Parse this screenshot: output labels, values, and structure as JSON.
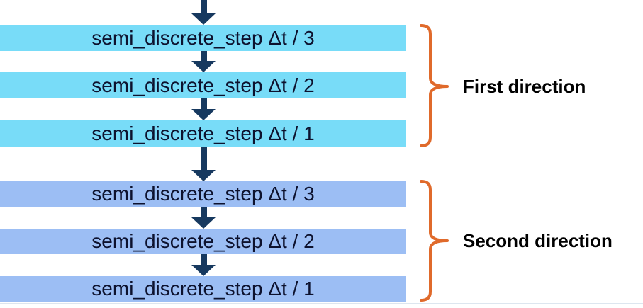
{
  "diagram": {
    "background": "#FFFFFF",
    "colors": {
      "first_group_bar": "#78DCF8",
      "second_group_bar": "#9CBEF4",
      "arrow": "#17395F",
      "brace": "#E06A2B",
      "step_text": "#0D122E",
      "label_text": "#000000",
      "baseline_rule": "#DDE6EF"
    },
    "groups": [
      {
        "label": "First direction",
        "steps": [
          "semi_discrete_step Δt / 3",
          "semi_discrete_step Δt / 2",
          "semi_discrete_step Δt / 1"
        ]
      },
      {
        "label": "Second direction",
        "steps": [
          "semi_discrete_step Δt / 3",
          "semi_discrete_step Δt / 2",
          "semi_discrete_step Δt / 1"
        ]
      }
    ]
  }
}
